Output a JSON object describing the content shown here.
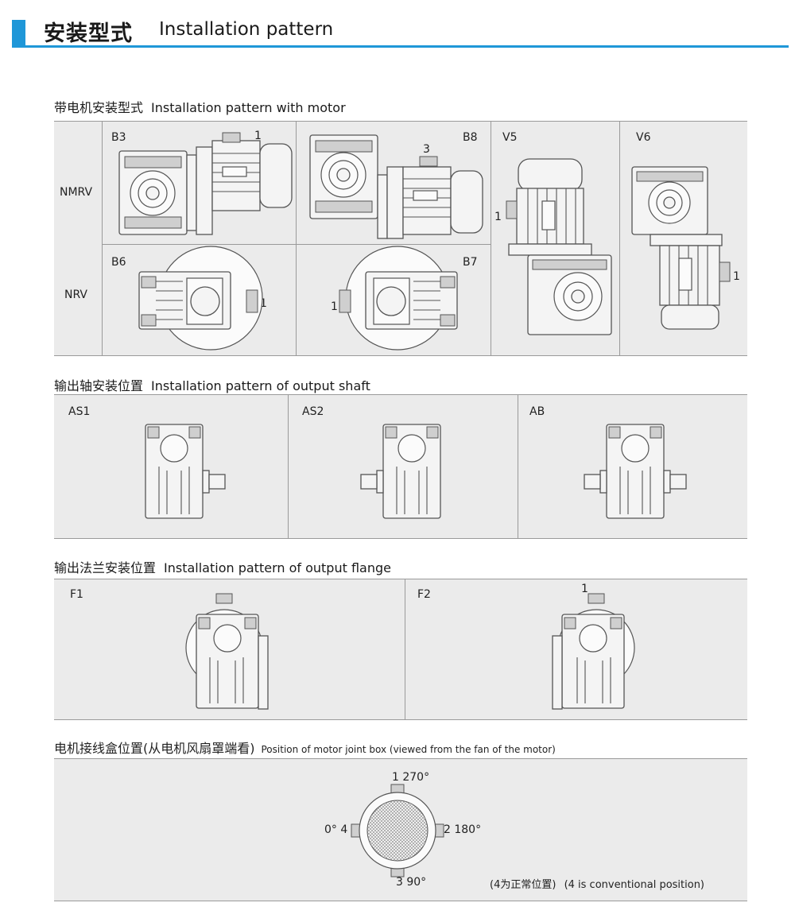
{
  "header": {
    "title_cn": "安装型式",
    "title_en": "Installation pattern"
  },
  "motor_section": {
    "title_cn": "带电机安装型式",
    "title_en": "Installation pattern with motor",
    "row_labels": [
      "NMRV",
      "NRV"
    ],
    "cells": {
      "b3": "B3",
      "b8": "B8",
      "v5": "V5",
      "v6": "V6",
      "b6": "B6",
      "b7": "B7"
    },
    "marker": "1",
    "marker_b8": "3"
  },
  "shaft_section": {
    "title_cn": "输出轴安装位置",
    "title_en": "Installation pattern of output shaft",
    "cells": [
      "AS1",
      "AS2",
      "AB"
    ]
  },
  "flange_section": {
    "title_cn": "输出法兰安装位置",
    "title_en": "Installation pattern of output flange",
    "cells": [
      "F1",
      "F2"
    ],
    "marker": "1"
  },
  "joint_box_section": {
    "title_cn": "电机接线盒位置(从电机风扇罩端看)",
    "title_en": "Position of motor joint box (viewed from the fan of the motor)",
    "top": "1  270°",
    "right": "2  180°",
    "bottom": "3  90°",
    "left": "0°  4",
    "note_cn": "(4为正常位置)",
    "note_en": "(4 is conventional position)"
  }
}
